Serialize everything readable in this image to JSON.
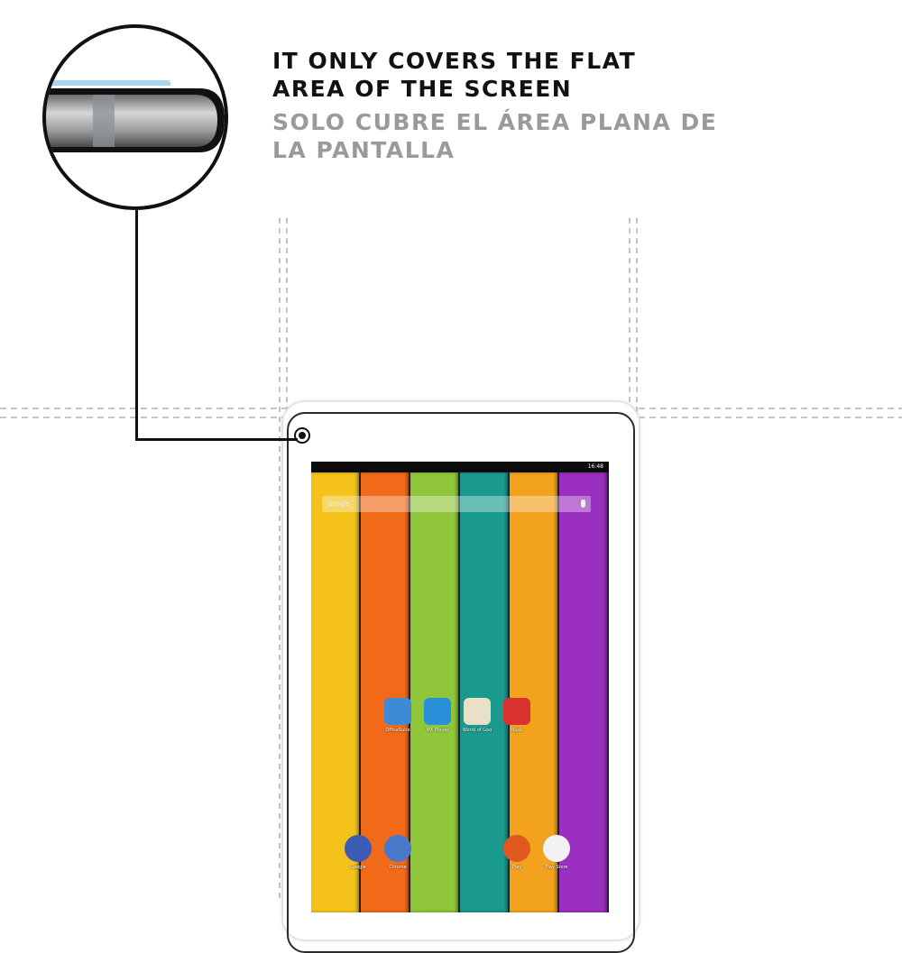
{
  "caption": {
    "english_line1": "IT ONLY COVERS THE FLAT",
    "english_line2": "AREA OF THE SCREEN",
    "spanish_line1": "SOLO CUBRE EL ÁREA PLANA DE",
    "spanish_line2": "LA PANTALLA"
  },
  "colors": {
    "english_text": "#111111",
    "spanish_text": "#9a9a9a",
    "guide_lines": "#c4c4c4",
    "protector_edge": "#a8d4f0"
  },
  "tablet": {
    "status_time": "16:48",
    "search_placeholder": "Google",
    "wallpaper_colors": [
      "#f4c21a",
      "#f06a1a",
      "#8fc63a",
      "#1a9a8e",
      "#f3a21d",
      "#9b2fbf"
    ],
    "home_apps": [
      {
        "label": "OfficeSuite",
        "icon": "officesuite-icon",
        "color": "#3e8ad6"
      },
      {
        "label": "MX Player",
        "icon": "video-player-icon",
        "color": "#2a8fd9"
      },
      {
        "label": "World of Goo",
        "icon": "world-of-goo-icon",
        "color": "#e8e1c8"
      },
      {
        "label": "Music",
        "icon": "music-icon",
        "color": "#d93030"
      }
    ],
    "dock_apps": [
      {
        "label": "Google",
        "icon": "google-search-icon",
        "color": "#3b5bb5"
      },
      {
        "label": "Chrome",
        "icon": "chrome-icon",
        "color": "#4a78c8"
      },
      {
        "label": "Play",
        "icon": "play-music-icon",
        "color": "#e05a1f"
      },
      {
        "label": "Play Store",
        "icon": "play-store-icon",
        "color": "#f2f2f2"
      }
    ]
  }
}
